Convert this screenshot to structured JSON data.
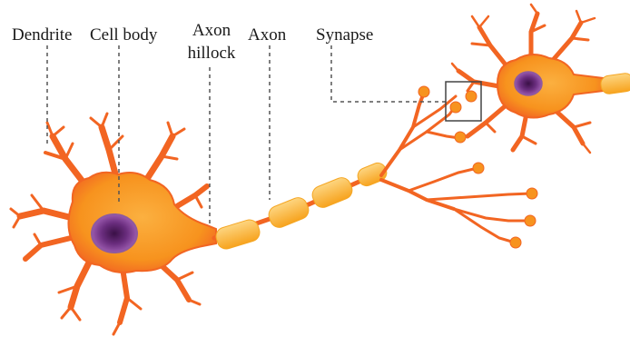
{
  "labels": {
    "dendrite": "Dendrite",
    "cell_body": "Cell body",
    "axon_hillock_line1": "Axon",
    "axon_hillock_line2": "hillock",
    "axon": "Axon",
    "synapse": "Synapse"
  },
  "colors": {
    "neuron_body": "#f7931e",
    "neuron_edge": "#f26522",
    "neuron_light": "#fbb040",
    "nucleus": "#7b3f8c",
    "nucleus_dark": "#4b1d5a",
    "myelin": "#fbb03b",
    "myelin_light": "#fdd580",
    "leader_line": "#555555",
    "text": "#1a1a1a"
  }
}
